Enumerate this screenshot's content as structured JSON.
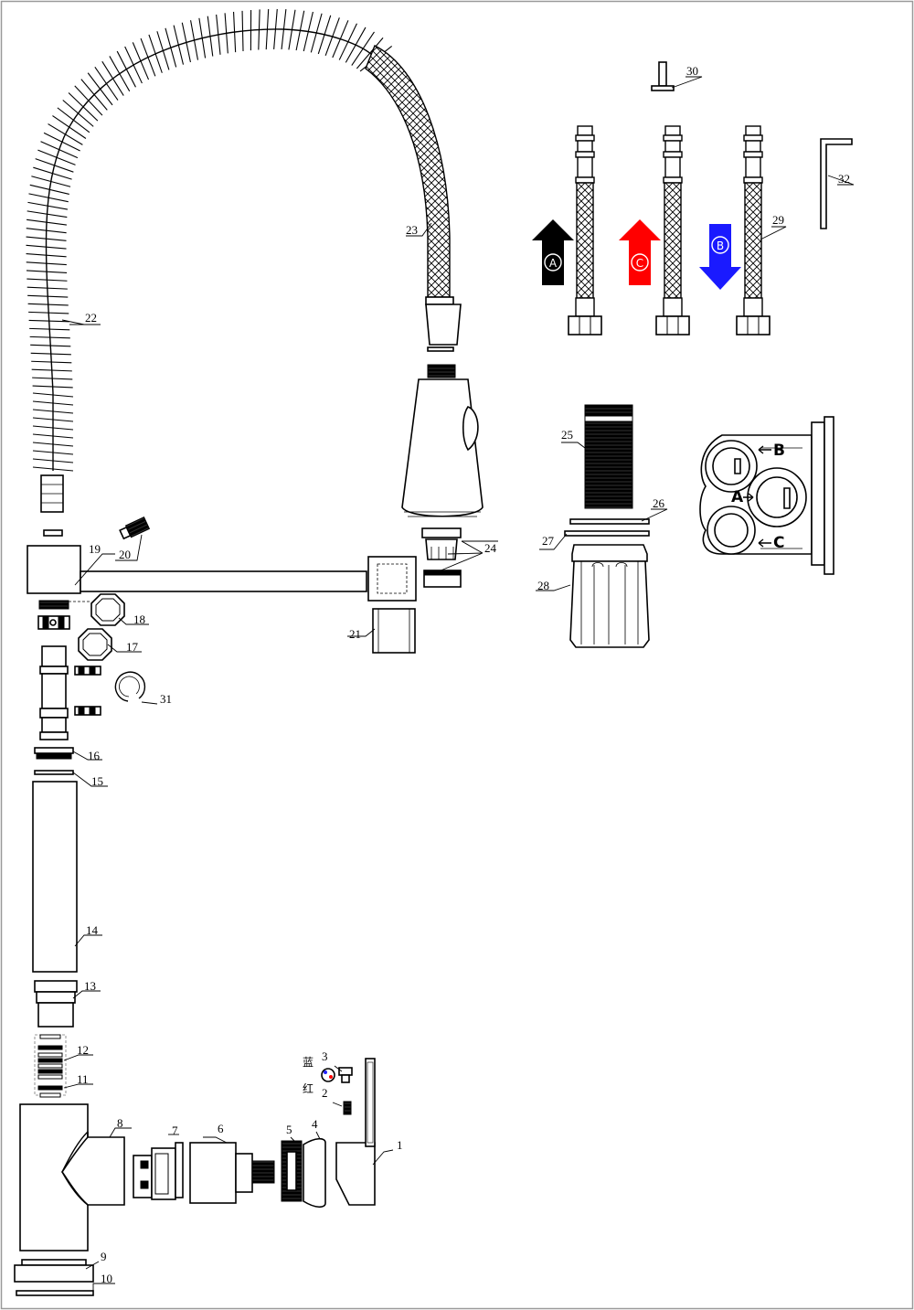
{
  "labels": {
    "p1": "1",
    "p2": "2",
    "p3": "3",
    "p4": "4",
    "p5": "5",
    "p6": "6",
    "p7": "7",
    "p8": "8",
    "p9": "9",
    "p10": "10",
    "p11": "11",
    "p12": "12",
    "p13": "13",
    "p14": "14",
    "p15": "15",
    "p16": "16",
    "p17": "17",
    "p18": "18",
    "p19": "19",
    "p20": "20",
    "p21": "21",
    "p22": "22",
    "p23": "23",
    "p24": "24",
    "p25": "25",
    "p26": "26",
    "p27": "27",
    "p28": "28",
    "p29": "29",
    "p30": "30",
    "p31": "31",
    "p32": "32"
  },
  "cjk": {
    "blue": "蓝",
    "red": "红"
  },
  "arrows": {
    "a": "A",
    "c": "C",
    "b": "B",
    "a_color": "#000000",
    "c_color": "#ff0000",
    "b_color": "#1a1aff"
  },
  "manifold": {
    "b": "B",
    "a": "A",
    "c": "C"
  },
  "colors": {
    "line": "#000000",
    "border": "#999999"
  }
}
